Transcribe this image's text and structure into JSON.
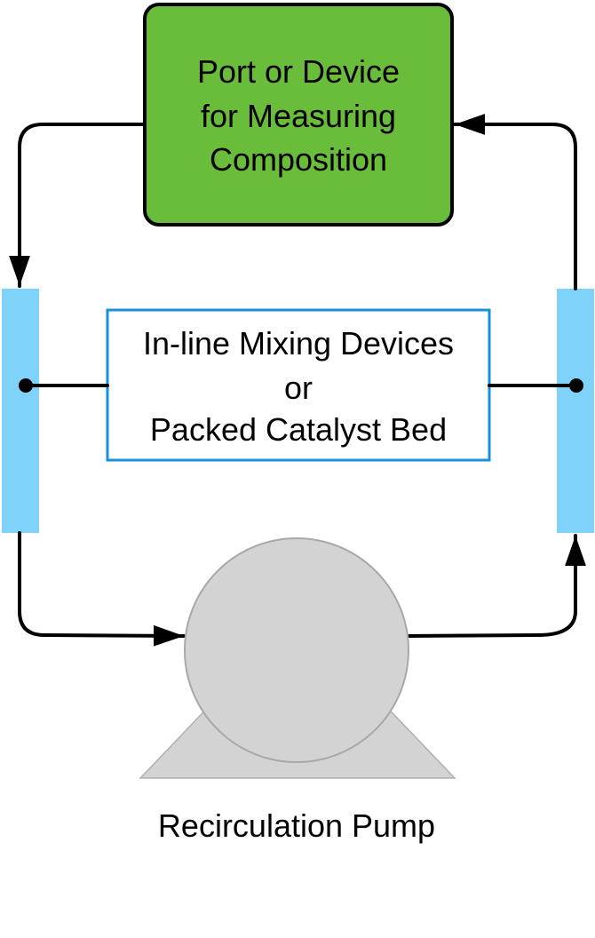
{
  "measurement_box": {
    "lines": [
      "Port or Device",
      "for Measuring",
      "Composition"
    ]
  },
  "mixing_box": {
    "lines": [
      "In-line Mixing Devices",
      "or",
      "Packed Catalyst Bed"
    ]
  },
  "pump": {
    "label": "Recirculation Pump"
  },
  "colors": {
    "measurement_fill": "#6abd3a",
    "column_fill": "#7fd3fb",
    "mixing_border": "#1a8fe0",
    "pump_fill": "#d3d3d3",
    "line": "#000000"
  }
}
